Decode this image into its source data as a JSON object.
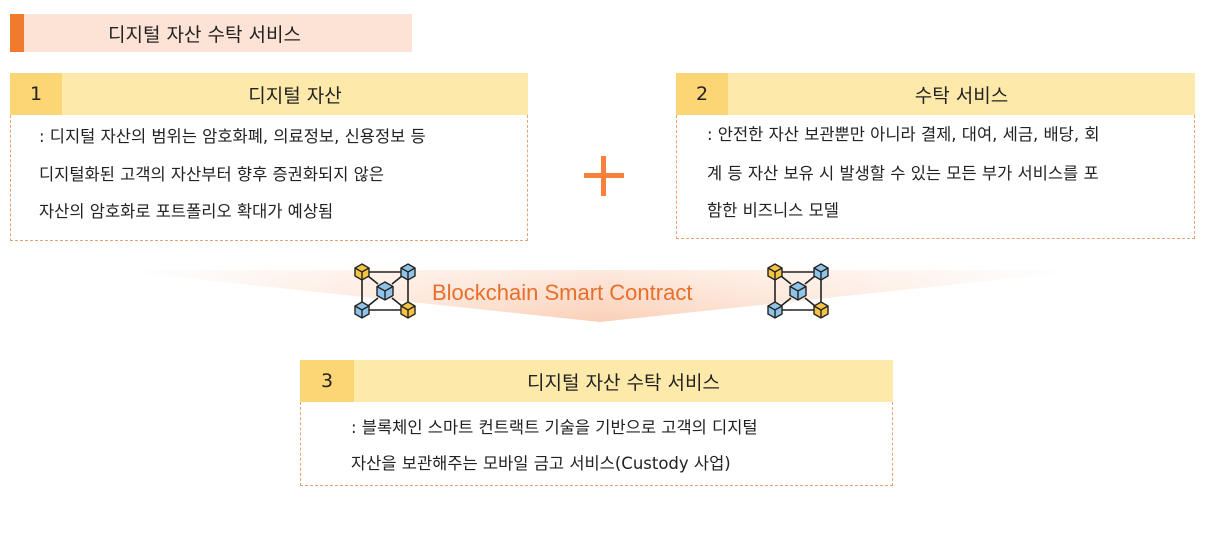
{
  "header": {
    "title": "디지털 자산 수탁 서비스"
  },
  "box1": {
    "number": "1",
    "title": "디지털 자산",
    "lines": [
      ": 디지털 자산의 범위는 암호화폐, 의료정보, 신용정보 등",
      "디지털화된 고객의 자산부터 향후 증권화되지 않은",
      "자산의 암호화로 포트폴리오 확대가 예상됨"
    ]
  },
  "box2": {
    "number": "2",
    "title": "수탁 서비스",
    "lines": [
      ": 안전한 자산 보관뿐만 아니라 결제, 대여, 세금, 배당, 회",
      "계 등 자산 보유 시 발생할 수 있는 모든 부가 서비스를 포",
      "함한 비즈니스 모델"
    ]
  },
  "center": {
    "label": "Blockchain Smart Contract",
    "icon": "blockchain-network-icon",
    "operator_icon": "plus-icon"
  },
  "box3": {
    "number": "3",
    "title": "디지털 자산 수탁 서비스",
    "lines": [
      ": 블록체인 스마트 컨트랙트 기술을 기반으로 고객의 디지털",
      "자산을 보관해주는 모바일 금고 서비스(Custody 사업)"
    ]
  },
  "colors": {
    "accent": "#f07b2d",
    "header_bg": "#fde2d6",
    "box_header": "#fdeaaa",
    "box_number": "#fcd675",
    "dashed_border": "#e8a27a",
    "label": "#e76f2a",
    "cube_yellow": "#f6c445",
    "cube_blue": "#8fc4e8"
  }
}
